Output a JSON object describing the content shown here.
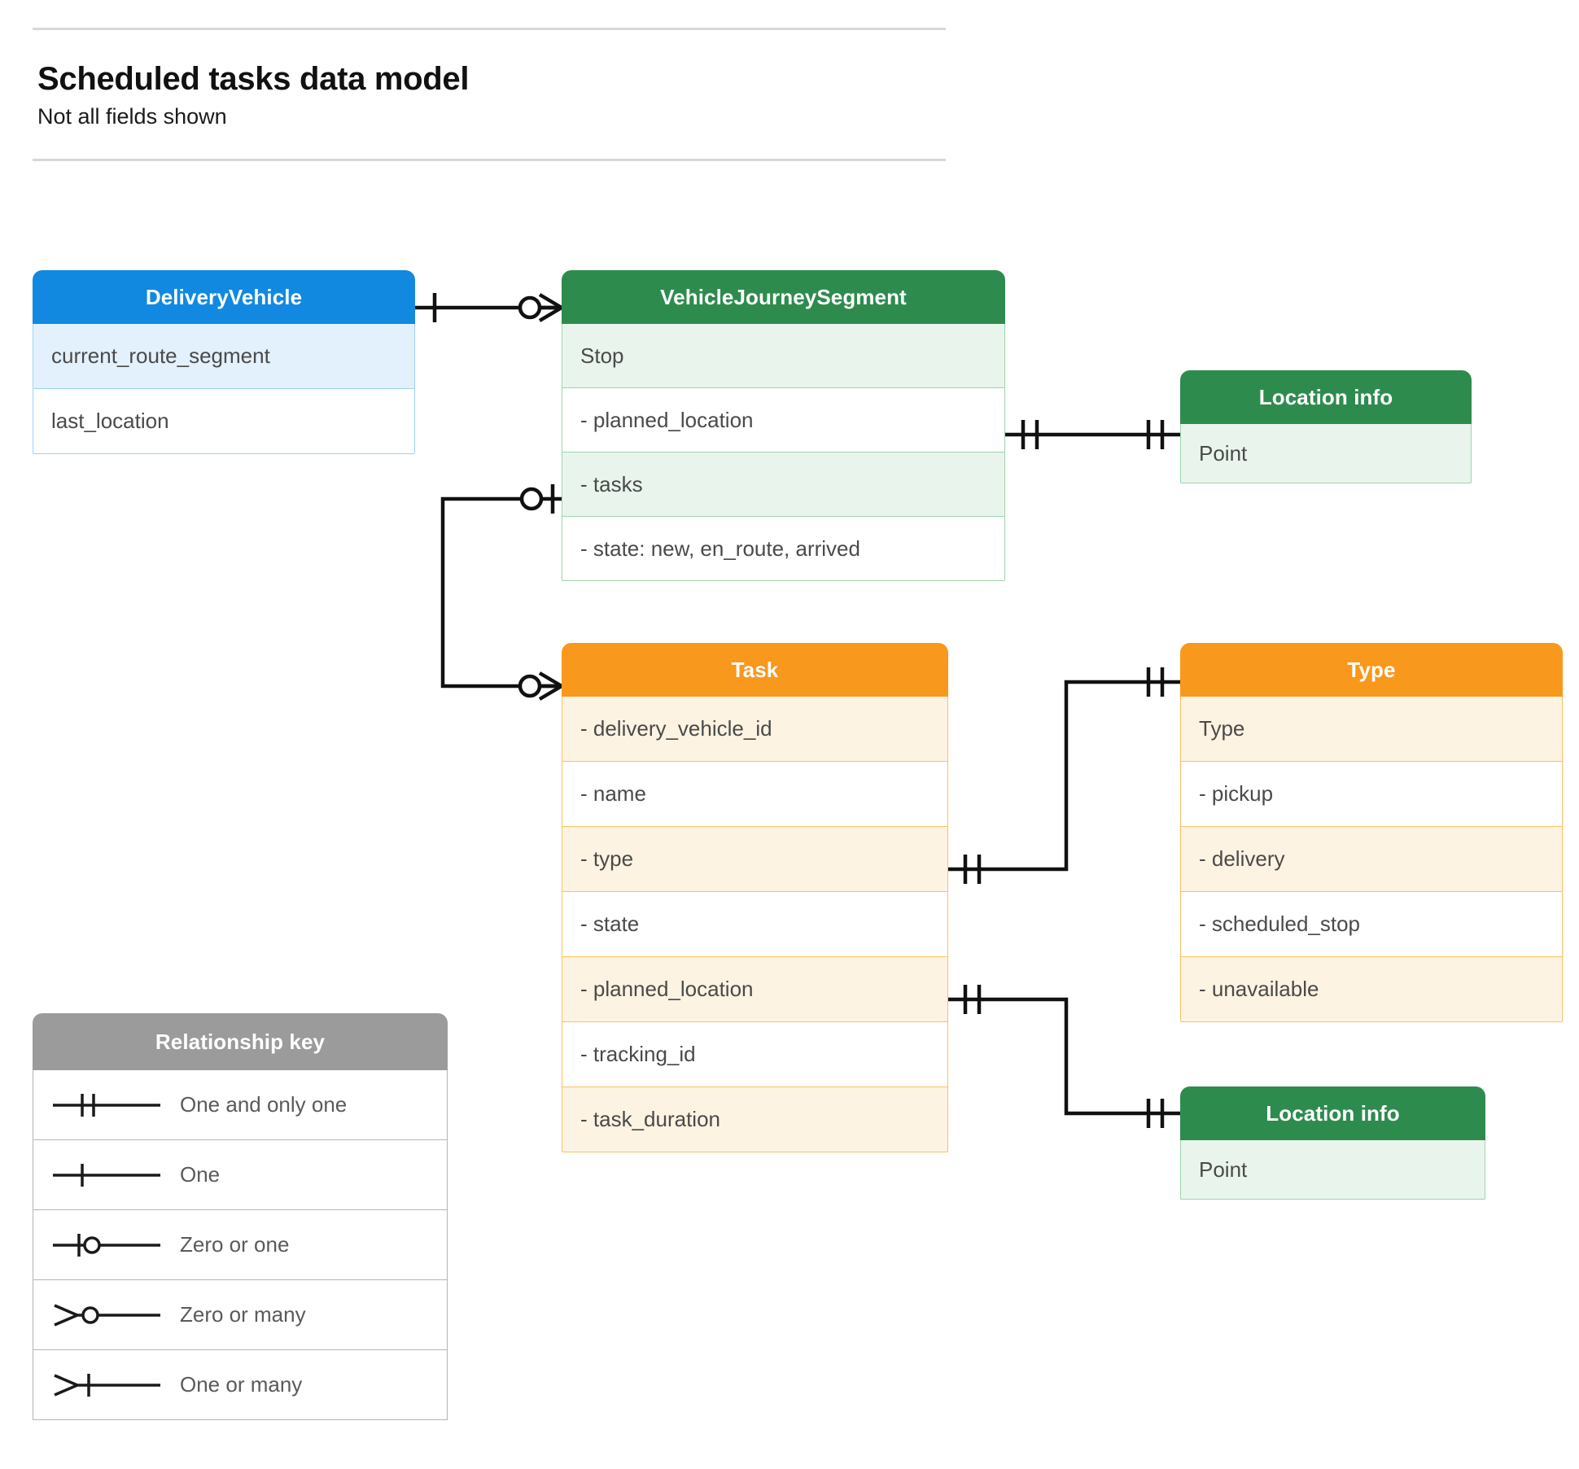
{
  "header": {
    "title": "Scheduled tasks data model",
    "subtitle": "Not all fields shown"
  },
  "entities": {
    "delivery_vehicle": {
      "title": "DeliveryVehicle",
      "color": "#1189E0",
      "rows": [
        "current_route_segment",
        "last_location"
      ]
    },
    "vehicle_journey_segment": {
      "title": "VehicleJourneySegment",
      "color": "#2E8B4E",
      "rows": [
        "Stop",
        "-  planned_location",
        "- tasks",
        "- state: new, en_route, arrived"
      ]
    },
    "location_info_top": {
      "title": "Location info",
      "color": "#2E8B4E",
      "rows": [
        "Point"
      ]
    },
    "location_info_bottom": {
      "title": "Location info",
      "color": "#2E8B4E",
      "rows": [
        "Point"
      ]
    },
    "task": {
      "title": "Task",
      "color": "#F8981C",
      "rows": [
        "- delivery_vehicle_id",
        "- name",
        "- type",
        "- state",
        "- planned_location",
        "- tracking_id",
        "- task_duration"
      ]
    },
    "type": {
      "title": "Type",
      "color": "#F8981C",
      "rows": [
        "Type",
        "-  pickup",
        "-  delivery",
        "-  scheduled_stop",
        "-  unavailable"
      ]
    }
  },
  "legend": {
    "title": "Relationship key",
    "color": "#9b9b9b",
    "items": [
      {
        "symbol": "one-and-only-one",
        "label": "One and only one"
      },
      {
        "symbol": "one",
        "label": "One"
      },
      {
        "symbol": "zero-or-one",
        "label": "Zero or one"
      },
      {
        "symbol": "zero-or-many",
        "label": "Zero or many"
      },
      {
        "symbol": "one-or-many",
        "label": "One or many"
      }
    ]
  },
  "relationships": [
    {
      "name": "deliveryvehicle-to-vehiclejourneysegment",
      "from": "DeliveryVehicle",
      "to": "VehicleJourneySegment",
      "from_cardinality": "one",
      "to_cardinality": "zero-or-many"
    },
    {
      "name": "vehiclejourneysegment-planned-location-to-location-info",
      "from": "VehicleJourneySegment.planned_location",
      "to": "Location info",
      "from_cardinality": "one-and-only-one",
      "to_cardinality": "one-and-only-one"
    },
    {
      "name": "vehiclejourneysegment-tasks-to-task",
      "from": "VehicleJourneySegment.tasks",
      "to": "Task",
      "from_cardinality": "zero-or-one",
      "to_cardinality": "zero-or-many"
    },
    {
      "name": "task-type-to-type",
      "from": "Task.type",
      "to": "Type",
      "from_cardinality": "one-and-only-one",
      "to_cardinality": "one-and-only-one"
    },
    {
      "name": "task-planned-location-to-location-info",
      "from": "Task.planned_location",
      "to": "Location info",
      "from_cardinality": "one-and-only-one",
      "to_cardinality": "one-and-only-one"
    }
  ]
}
